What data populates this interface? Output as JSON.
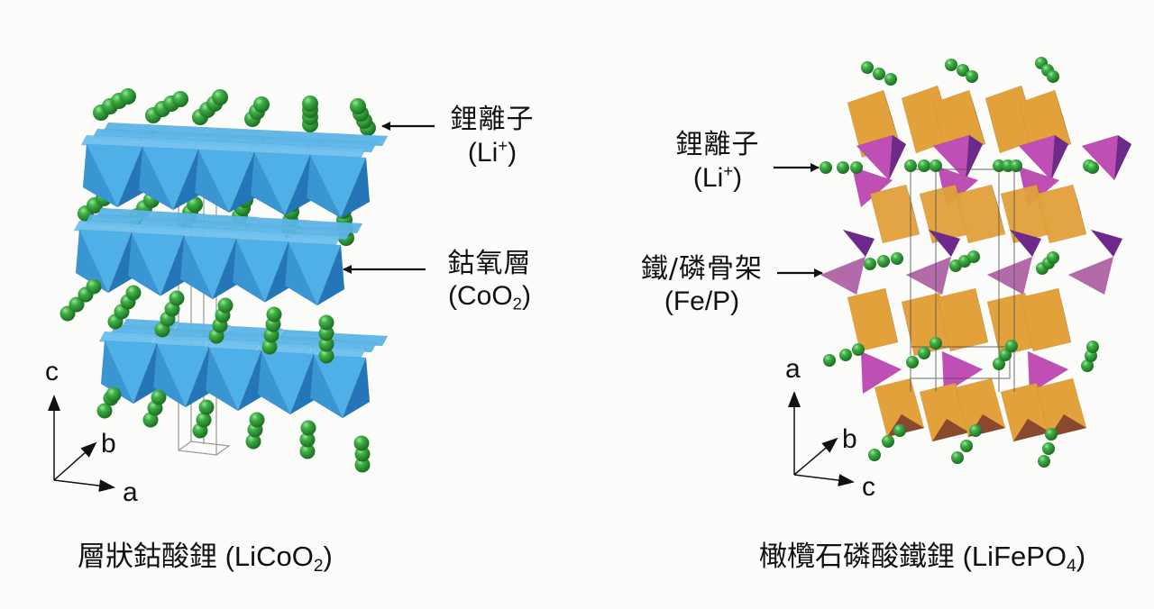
{
  "colors": {
    "background": "#fcfcfb",
    "lithium": "#2e9a35",
    "lithium_highlight": "#7fd97e",
    "coo2_light": "#4fb0e8",
    "coo2_dark": "#2575b9",
    "feo6_light": "#e2a13a",
    "feo6_dark": "#8a5a22",
    "po4_light": "#c04fb5",
    "po4_dark": "#6e2a8a",
    "arrow": "#111111",
    "unit_cell": "#9a9a9a"
  },
  "left_panel": {
    "structure": "LiCoO2 layered structure",
    "labels": {
      "lithium": {
        "zh": "鋰離子",
        "en_prefix": "(Li",
        "en_sup": "+",
        "en_suffix": ")"
      },
      "coo2": {
        "zh": "鈷氧層",
        "en_prefix": "(CoO",
        "en_sub": "2",
        "en_suffix": ")"
      }
    },
    "axes": {
      "up": "c",
      "diag": "b",
      "right": "a"
    },
    "caption": {
      "zh": "層狀鈷酸鋰",
      "en_prefix": " (LiCoO",
      "en_sub": "2",
      "en_suffix": ")"
    }
  },
  "right_panel": {
    "structure": "LiFePO4 olivine structure",
    "labels": {
      "lithium": {
        "zh": "鋰離子",
        "en_prefix": "(Li",
        "en_sup": "+",
        "en_suffix": ")"
      },
      "framework": {
        "zh": "鐵/磷骨架",
        "en": "(Fe/P)"
      }
    },
    "axes": {
      "up": "a",
      "diag": "b",
      "right": "c"
    },
    "caption": {
      "zh": "橄欖石磷酸鐵鋰",
      "en_prefix": " (LiFePO",
      "en_sub": "4",
      "en_suffix": ")"
    }
  }
}
